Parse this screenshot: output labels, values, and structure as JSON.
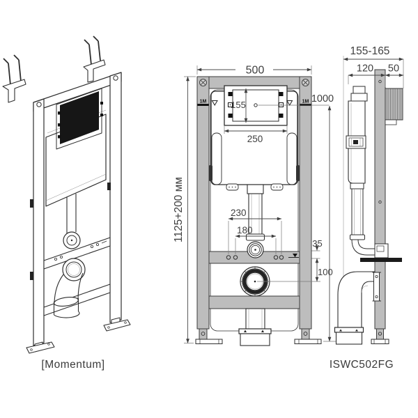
{
  "perspective_view": {
    "caption": "[Momentum]"
  },
  "front_view": {
    "dim_overall_width": "500",
    "dim_overall_height": "1125+200 мм",
    "dim_access_window_height": "155",
    "dim_access_window_width": "250",
    "dim_fixing_spacing_outer": "230",
    "dim_fixing_spacing_inner": "180",
    "dim_flush_offset": "35",
    "dim_drain_offset": "100",
    "dim_meter_level": "1000",
    "meter_mark_left": "1M",
    "meter_mark_right": "1M"
  },
  "side_view": {
    "dim_depth_range": "155-165",
    "dim_frame_depth": "120",
    "dim_bracket_depth": "50",
    "caption": "ISWC502FG"
  },
  "colors": {
    "rail_gray": "#bdbdbd",
    "line": "#2e2e2e",
    "dim_text": "#3f3f3f",
    "panel_dark": "#161616"
  }
}
